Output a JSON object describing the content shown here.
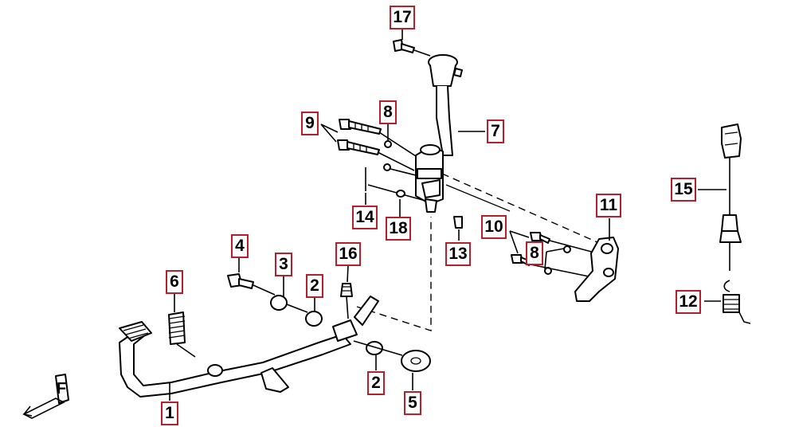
{
  "callouts": {
    "p1": "1",
    "p2a": "2",
    "p2b": "2",
    "p3": "3",
    "p4": "4",
    "p5": "5",
    "p6": "6",
    "p7": "7",
    "p8a": "8",
    "p8b": "8",
    "p9": "9",
    "p10": "10",
    "p11": "11",
    "p12": "12",
    "p13": "13",
    "p14": "14",
    "p15": "15",
    "p16": "16",
    "p17": "17",
    "p18": "18"
  },
  "orientation_mark": "F",
  "colors": {
    "callout_border": "#b81f2a",
    "line": "#000000",
    "background": "#ffffff"
  }
}
